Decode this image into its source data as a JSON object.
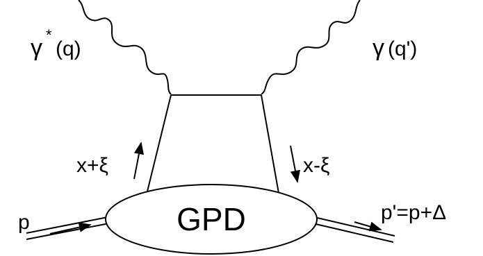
{
  "diagram": {
    "labels": {
      "photon_in_symbol": "γ",
      "photon_in_star": "*",
      "photon_in_arg": "(q)",
      "photon_out_symbol": "γ",
      "photon_out_arg": "(q')",
      "quark_left": "x+ξ",
      "quark_right": "x-ξ",
      "blob": "GPD",
      "proton_in": "p",
      "proton_out": "p'=p+Δ"
    },
    "colors": {
      "ink": "#000000",
      "background": "#ffffff"
    }
  }
}
